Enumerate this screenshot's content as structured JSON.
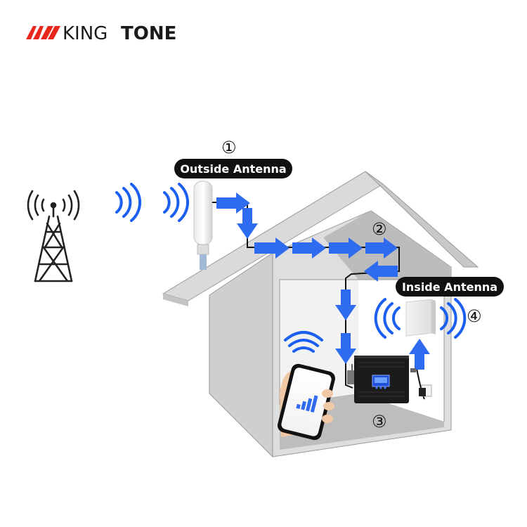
{
  "brand": {
    "part1": "KING",
    "part2": "TONE",
    "color": "#e8261c",
    "text_color": "#1a1a1a"
  },
  "labels": {
    "outside_antenna": "Outside Antenna",
    "inside_antenna": "Inside Antenna",
    "step1": "①",
    "step2": "②",
    "step3": "③",
    "step4": "④"
  },
  "colors": {
    "arrow": "#2f6bf0",
    "wave": "#1a5ff0",
    "house_wall": "#dcdcdc",
    "house_roof": "#bdbdbd",
    "pill": "#111111"
  },
  "icons": [
    "tower-icon",
    "phone-icon",
    "wifi-icon",
    "repeater-icon",
    "panel-antenna-icon",
    "outdoor-antenna-icon"
  ]
}
